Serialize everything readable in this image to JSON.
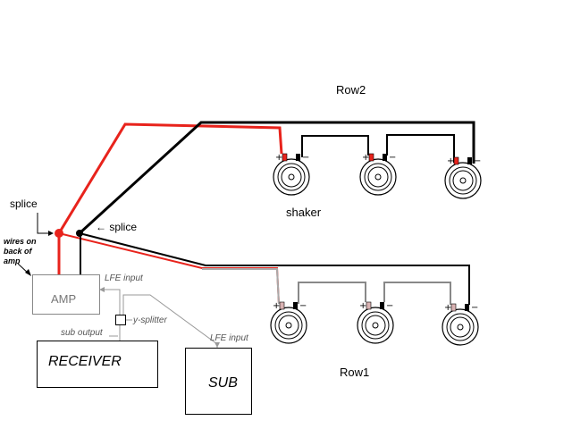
{
  "labels": {
    "row2": "Row2",
    "row1": "Row1",
    "shaker": "shaker",
    "splice_left": "splice",
    "splice_right": "← splice",
    "wires_note": "wires on back of amp",
    "lfe_input_amp": "LFE input",
    "y_splitter": "y-splitter",
    "sub_output": "sub output",
    "lfe_input_sub": "LFE input"
  },
  "boxes": {
    "amp": "AMP",
    "receiver": "RECEIVER",
    "sub": "SUB"
  },
  "speakers": {
    "row2": {
      "count": 3,
      "terminal_labels": [
        "+",
        "−"
      ]
    },
    "row1": {
      "count": 3,
      "terminal_labels": [
        "+",
        "−"
      ]
    }
  },
  "colors": {
    "positive_wire": "#e8231c",
    "negative_wire": "#000000",
    "signal_wire": "#999999",
    "row1_wire": "#888888"
  }
}
